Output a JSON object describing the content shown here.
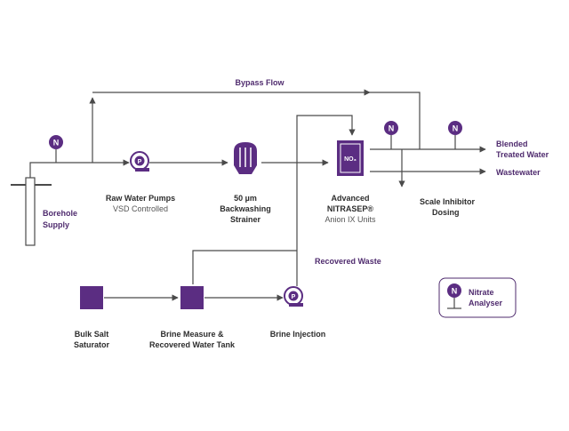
{
  "colors": {
    "purple": "#5b2d82",
    "purple_dark": "#4f2b6e",
    "line": "#4a4a4a",
    "text_dark": "#2d2d2d",
    "text_grey": "#555555"
  },
  "flow_labels": {
    "bypass": "Bypass Flow",
    "recovered_waste": "Recovered Waste"
  },
  "nodes": {
    "borehole": {
      "line1": "Borehole",
      "line2": "Supply"
    },
    "pumps": {
      "line1": "Raw Water Pumps",
      "line2": "VSD Controlled",
      "symbol": "P"
    },
    "strainer": {
      "line1": "50 µm",
      "line2": "Backwashing",
      "line3": "Strainer"
    },
    "ix": {
      "line1": "Advanced",
      "line2": "NITRASEP®",
      "line3": "Anion IX Units",
      "symbol": "NO₃"
    },
    "scale": {
      "line1": "Scale Inhibitor",
      "line2": "Dosing"
    },
    "blended": {
      "line1": "Blended",
      "line2": "Treated Water"
    },
    "wastewater": {
      "label": "Wastewater"
    },
    "salt": {
      "line1": "Bulk Salt",
      "line2": "Saturator"
    },
    "brine_tank": {
      "line1": "Brine Measure &",
      "line2": "Recovered Water Tank"
    },
    "brine_injection": {
      "label": "Brine Injection",
      "symbol": "P"
    }
  },
  "analyser_symbol": "N",
  "legend": {
    "symbol": "N",
    "line1": "Nitrate",
    "line2": "Analyser"
  },
  "icons": [
    "pump-icon",
    "strainer-icon",
    "ix-unit-icon",
    "nitrate-analyser-icon",
    "tank-icon",
    "borehole-icon"
  ]
}
